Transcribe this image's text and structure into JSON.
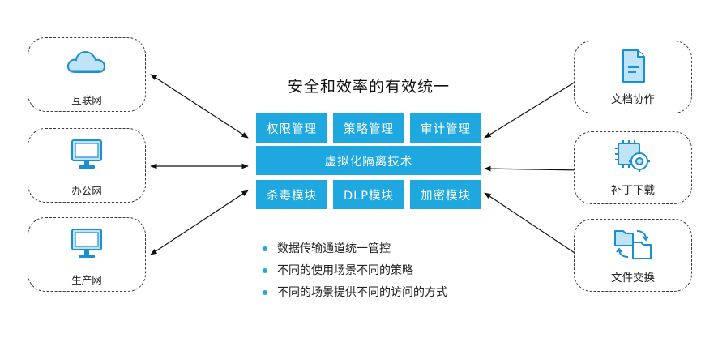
{
  "title": "安全和效率的有效统一",
  "left_nodes": [
    {
      "label": "互联网",
      "icon": "cloud-icon"
    },
    {
      "label": "办公网",
      "icon": "monitor-icon"
    },
    {
      "label": "生产网",
      "icon": "monitor-icon"
    }
  ],
  "right_nodes": [
    {
      "label": "文档协作",
      "icon": "document-icon"
    },
    {
      "label": "补丁下载",
      "icon": "gear-chip-icon"
    },
    {
      "label": "文件交换",
      "icon": "file-exchange-icon"
    }
  ],
  "top_boxes": [
    "权限管理",
    "策略管理",
    "审计管理"
  ],
  "center_bar": "虚拟化隔离技术",
  "bottom_boxes": [
    "杀毒模块",
    "DLP模块",
    "加密模块"
  ],
  "bullets": [
    "数据传输通道统一管控",
    "不同的使用场景不同的策略",
    "不同的场景提供不同的访问的方式"
  ],
  "colors": {
    "accent": "#1fa8e0",
    "icon_stroke": "#1a8fd1",
    "icon_fill": "#bfe3f7",
    "border": "#3a3a3a"
  }
}
